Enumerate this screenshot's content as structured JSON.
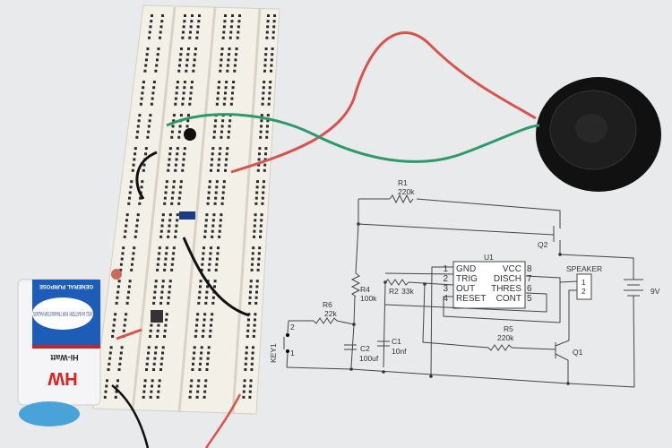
{
  "schematic": {
    "R1": {
      "name": "R1",
      "value": "220k"
    },
    "R2": {
      "name": "R2",
      "value": "33k"
    },
    "R4": {
      "name": "R4",
      "value": "100k"
    },
    "R5": {
      "name": "R5",
      "value": "220k"
    },
    "R6": {
      "name": "R6",
      "value": "22k"
    },
    "C1": {
      "name": "C1",
      "value": "10nf"
    },
    "C2": {
      "name": "C2",
      "value": "100uf"
    },
    "Q1": "Q1",
    "Q2": "Q2",
    "key": {
      "name": "KEY1",
      "pin1": "1",
      "pin2": "2"
    },
    "speaker": {
      "name": "SPEAKER",
      "pin1": "1",
      "pin2": "2"
    },
    "battery": "9V",
    "U1": {
      "name": "U1",
      "left_pins": [
        {
          "num": "1",
          "label": "GND"
        },
        {
          "num": "2",
          "label": "TRIG"
        },
        {
          "num": "3",
          "label": "OUT"
        },
        {
          "num": "4",
          "label": "RESET"
        }
      ],
      "right_pins": [
        {
          "num": "8",
          "label": "VCC"
        },
        {
          "num": "7",
          "label": "DISCH"
        },
        {
          "num": "6",
          "label": "THRES"
        },
        {
          "num": "5",
          "label": "CONT"
        }
      ]
    }
  },
  "battery_label": {
    "brand": "HW",
    "brand_name": "Hi-Watt",
    "type": "GENERAL PURPOSE",
    "description": "6F22 9V BATTERY FOR TRANSISTOR RADIOS"
  },
  "colors": {
    "background": "#e9eaec",
    "breadboard": "#f2efe6",
    "wire_red": "#d9534a",
    "wire_green": "#2e9a6a",
    "battery_blue": "#1d5db8",
    "speaker": "#111111"
  }
}
